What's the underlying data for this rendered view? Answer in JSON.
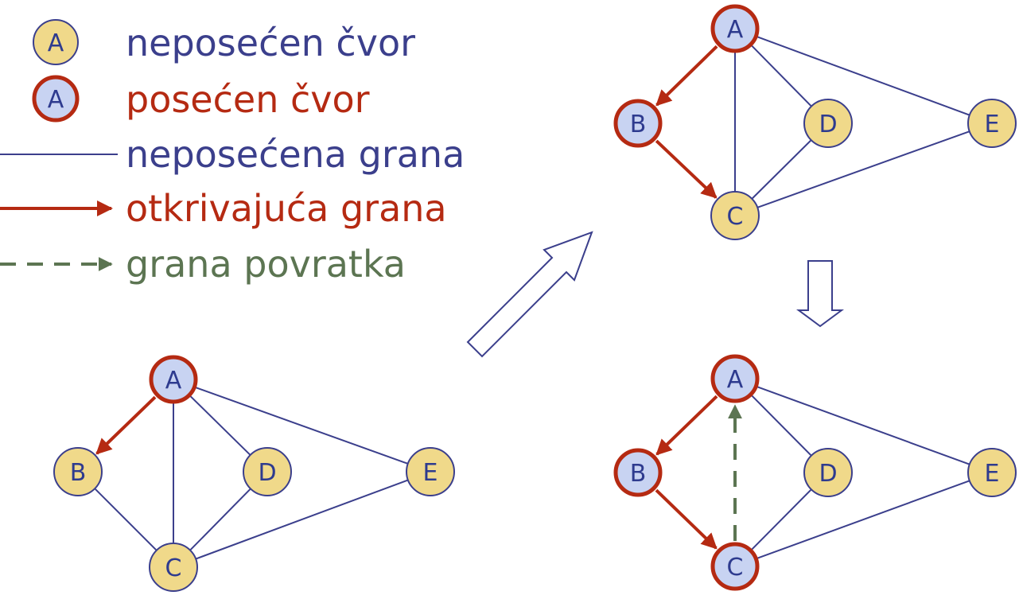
{
  "colors": {
    "blue": "#3b3f8c",
    "red": "#b52a12",
    "green": "#5c7552",
    "unvisited_fill": "#f0d98a",
    "visited_fill": "#c8d3f2",
    "node_text": "#2e3b8f"
  },
  "legend": {
    "unvisited_node": {
      "symbol": "A",
      "label": "neposećen čvor"
    },
    "visited_node": {
      "symbol": "A",
      "label": "posećen čvor"
    },
    "unvisited_edge": {
      "label": "neposećena grana"
    },
    "discovery_edge": {
      "label": "otkrivajuća grana"
    },
    "back_edge": {
      "label": "grana povratka"
    }
  },
  "graphs": [
    {
      "id": "step-1",
      "nodes": [
        {
          "id": "A",
          "label": "A",
          "state": "visited"
        },
        {
          "id": "B",
          "label": "B",
          "state": "unvisited"
        },
        {
          "id": "C",
          "label": "C",
          "state": "unvisited"
        },
        {
          "id": "D",
          "label": "D",
          "state": "unvisited"
        },
        {
          "id": "E",
          "label": "E",
          "state": "unvisited"
        }
      ],
      "edges": [
        {
          "from": "A",
          "to": "B",
          "type": "discovery"
        },
        {
          "from": "A",
          "to": "C",
          "type": "unvisited"
        },
        {
          "from": "A",
          "to": "D",
          "type": "unvisited"
        },
        {
          "from": "A",
          "to": "E",
          "type": "unvisited"
        },
        {
          "from": "B",
          "to": "C",
          "type": "unvisited"
        },
        {
          "from": "C",
          "to": "D",
          "type": "unvisited"
        },
        {
          "from": "C",
          "to": "E",
          "type": "unvisited"
        }
      ]
    },
    {
      "id": "step-2",
      "nodes": [
        {
          "id": "A",
          "label": "A",
          "state": "visited"
        },
        {
          "id": "B",
          "label": "B",
          "state": "visited"
        },
        {
          "id": "C",
          "label": "C",
          "state": "unvisited"
        },
        {
          "id": "D",
          "label": "D",
          "state": "unvisited"
        },
        {
          "id": "E",
          "label": "E",
          "state": "unvisited"
        }
      ],
      "edges": [
        {
          "from": "A",
          "to": "B",
          "type": "discovery"
        },
        {
          "from": "A",
          "to": "C",
          "type": "unvisited"
        },
        {
          "from": "A",
          "to": "D",
          "type": "unvisited"
        },
        {
          "from": "A",
          "to": "E",
          "type": "unvisited"
        },
        {
          "from": "B",
          "to": "C",
          "type": "discovery"
        },
        {
          "from": "C",
          "to": "D",
          "type": "unvisited"
        },
        {
          "from": "C",
          "to": "E",
          "type": "unvisited"
        }
      ]
    },
    {
      "id": "step-3",
      "nodes": [
        {
          "id": "A",
          "label": "A",
          "state": "visited"
        },
        {
          "id": "B",
          "label": "B",
          "state": "visited"
        },
        {
          "id": "C",
          "label": "C",
          "state": "visited"
        },
        {
          "id": "D",
          "label": "D",
          "state": "unvisited"
        },
        {
          "id": "E",
          "label": "E",
          "state": "unvisited"
        }
      ],
      "edges": [
        {
          "from": "A",
          "to": "B",
          "type": "discovery"
        },
        {
          "from": "C",
          "to": "A",
          "type": "back"
        },
        {
          "from": "A",
          "to": "D",
          "type": "unvisited"
        },
        {
          "from": "A",
          "to": "E",
          "type": "unvisited"
        },
        {
          "from": "B",
          "to": "C",
          "type": "discovery"
        },
        {
          "from": "C",
          "to": "D",
          "type": "unvisited"
        },
        {
          "from": "C",
          "to": "E",
          "type": "unvisited"
        }
      ]
    }
  ]
}
